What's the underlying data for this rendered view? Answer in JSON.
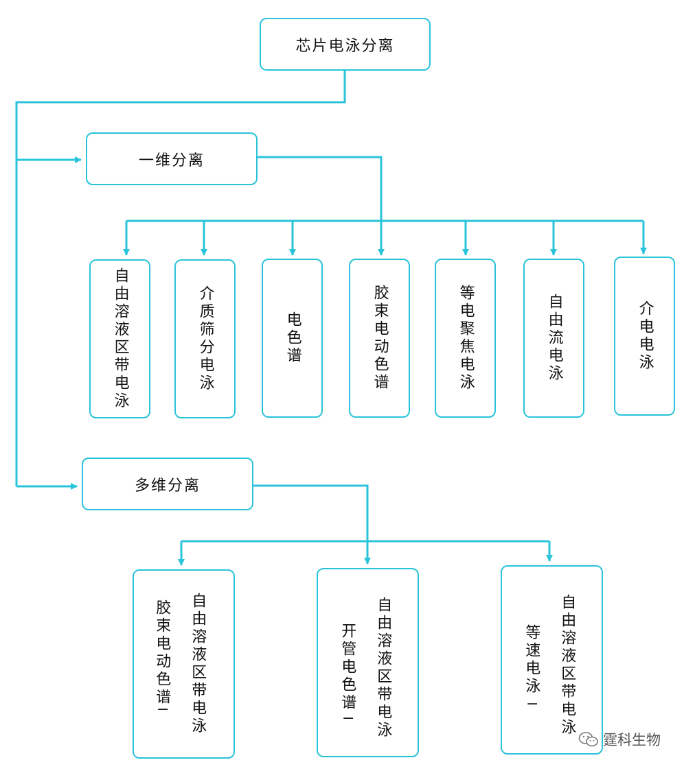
{
  "root": {
    "label": "芯片电泳分离"
  },
  "one_d": {
    "label": "一维分离",
    "methods": [
      "自由溶液区带电泳",
      "介质筛分电泳",
      "电色谱",
      "胶束电动色谱",
      "等电聚焦电泳",
      "自由流电泳",
      "介电电泳"
    ]
  },
  "multi_d": {
    "label": "多维分离",
    "methods": [
      {
        "first": "胶束电动色谱",
        "dash": "−",
        "second": "自由溶液区带电泳"
      },
      {
        "first": "开管电色谱",
        "dash": "−",
        "second": "自由溶液区带电泳"
      },
      {
        "first": "等速电泳",
        "dash": "−",
        "second": "自由溶液区带电泳"
      }
    ]
  },
  "watermark": {
    "text": "霆科生物",
    "icon": "wechat-icon"
  },
  "colors": {
    "line": "#29c4d9",
    "box_border": "#29c4d9",
    "text": "#111111"
  }
}
